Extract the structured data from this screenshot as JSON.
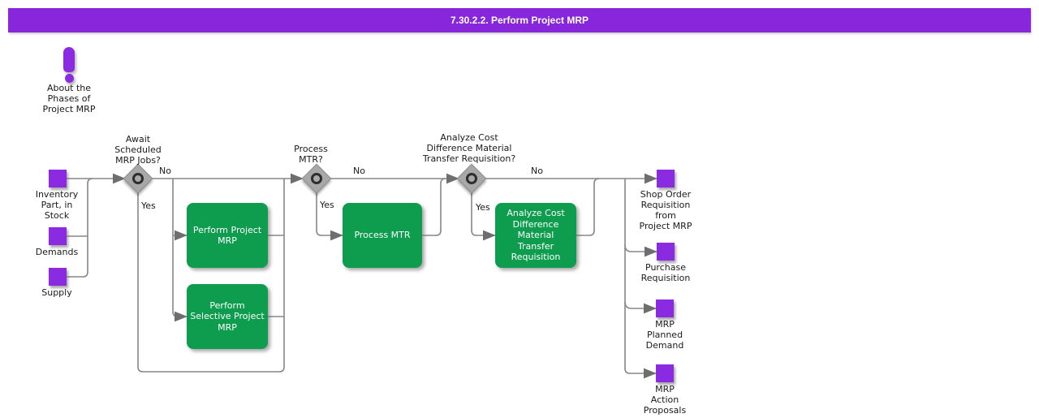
{
  "title": "7.30.2.2. Perform Project MRP",
  "colors": {
    "accent_purple": "#8A2BE2",
    "titlebar_purple": "#8826DC",
    "activity_green": "#0E9D4E",
    "connector_gray": "#808080"
  },
  "about": {
    "label": "About the\nPhases of\nProject MRP"
  },
  "inputs": [
    {
      "label": "Inventory\nPart, in\nStock"
    },
    {
      "label": "Demands"
    },
    {
      "label": "Supply"
    }
  ],
  "decisions": [
    {
      "question": "Await\nScheduled\nMRP Jobs?",
      "no": "No",
      "yes": "Yes"
    },
    {
      "question": "Process\nMTR?",
      "no": "No",
      "yes": "Yes"
    },
    {
      "question": "Analyze Cost\nDifference Material\nTransfer Requisition?",
      "no": "No",
      "yes": "Yes"
    }
  ],
  "activities": [
    {
      "label": "Perform Project\nMRP"
    },
    {
      "label": "Perform\nSelective Project\nMRP"
    },
    {
      "label": "Process MTR"
    },
    {
      "label": "Analyze Cost\nDifference\nMaterial\nTransfer\nRequisition"
    }
  ],
  "outputs": [
    {
      "label": "Shop Order\nRequisition\nfrom\nProject MRP"
    },
    {
      "label": "Purchase\nRequisition"
    },
    {
      "label": "MRP\nPlanned\nDemand"
    },
    {
      "label": "MRP\nAction\nProposals"
    }
  ]
}
